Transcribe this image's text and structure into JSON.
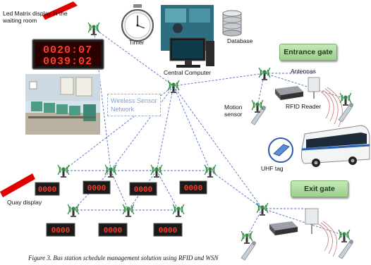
{
  "labels": {
    "led_matrix": "Led Matrix display in the waiting room",
    "timer": "Timer",
    "database": "Database",
    "central_computer": "Central Computer",
    "wsn": "Wireless Sensor Network",
    "antennas": "Antennas",
    "motion_sensor": "Motion sensor",
    "rfid_reader": "RFID Reader",
    "uhf_tag": "UHF tag",
    "quay_display": "Quay display"
  },
  "gates": {
    "entrance": "Entrance gate",
    "exit": "Exit gate"
  },
  "led_display": {
    "line1": "0020:07",
    "line2": "0039:02"
  },
  "quay_display_digits": "0000",
  "caption": "Figure 3. Bus station schedule management solution using RFID and WSN",
  "colors": {
    "link": "#4f6fc0",
    "node": "#2e8b3e",
    "led": "#ff3a2a",
    "gate": "#a8d896",
    "arrow": "#e00000"
  }
}
